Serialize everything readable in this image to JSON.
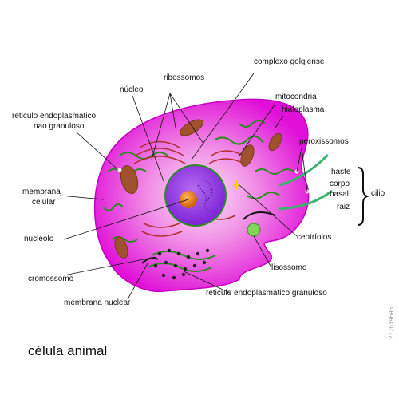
{
  "title": "célula animal",
  "stock_id": "277619696",
  "labels": {
    "complexo_golgiense": "complexo golgiense",
    "ribossomos": "ribossomos",
    "nucleo": "núcleo",
    "mitocondria": "mitocondria",
    "hialoplasma": "hialoplasma",
    "reticulo_nao_granuloso_1": "reticulo endoplasmatico",
    "reticulo_nao_granuloso_2": "nao granuloso",
    "peroxissomos": "peroxissomos",
    "haste": "haste",
    "corpo": "corpo",
    "basal": "basal",
    "raiz": "raiz",
    "cilio": "cilio",
    "membrana_celular_1": "membrana",
    "membrana_celular_2": "celular",
    "nucleolo": "nucléolo",
    "centriolos": "centríolos",
    "lisossomo": "lisossomo",
    "cromossomo": "cromossomo",
    "membrana_nuclear": "membrana nuclear",
    "reticulo_granuloso": "reticulo endoplasmatico granuloso"
  },
  "colors": {
    "cell_body": "#e010d8",
    "cell_center": "#f8d0f0",
    "nucleus": "#8a2be2",
    "nucleolus": "#e87a1a",
    "mitochondria": "#a0522d",
    "golgi": "#b03030",
    "er": "#2e8b22",
    "lysosome": "#7fd65a",
    "cilia": "#3cb371",
    "centrioles": "#f4d000"
  }
}
